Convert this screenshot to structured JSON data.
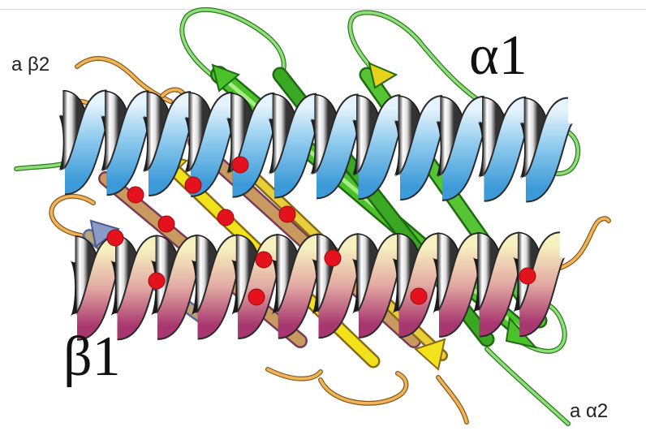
{
  "labels": {
    "alpha1": "α1",
    "beta1": "β1",
    "a_beta2": "a β2",
    "a_alpha2": "a α2"
  },
  "colors": {
    "alpha_helix_light": "#bfe2f6",
    "alpha_helix_dark": "#3d9ad8",
    "beta_helix_light": "#f5ecb0",
    "beta_helix_dark": "#b2457c",
    "alpha_loop": "#7cd66c",
    "alpha_strand": "#34b41a",
    "beta_loop": "#e6a54a",
    "beta_strand": "#c79a5e",
    "yellow_strand": "#f2e21c",
    "red_dot": "#e3121c"
  }
}
